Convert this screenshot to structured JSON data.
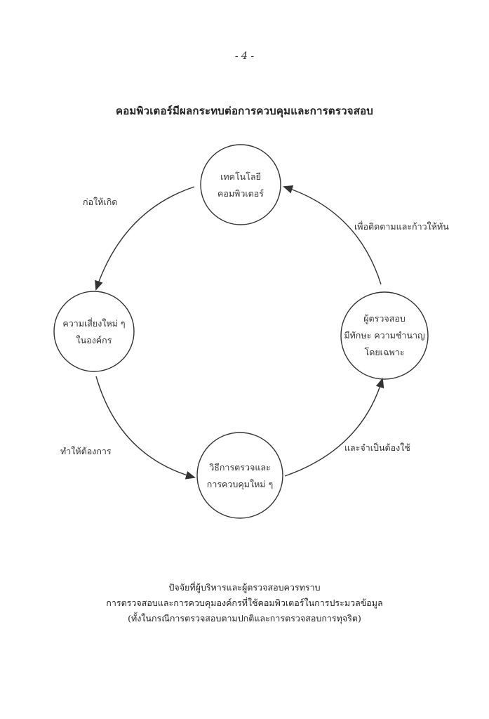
{
  "page": {
    "number": "- 4 -",
    "title": "คอมพิวเตอร์มีผลกระทบต่อการควบคุมและการตรวจสอบ"
  },
  "diagram": {
    "nodes": [
      {
        "id": "technology",
        "lines": [
          "เทคโนโลยี",
          "คอมพิวเตอร์"
        ]
      },
      {
        "id": "risks",
        "lines": [
          "ความเสี่ยงใหม่ ๆ",
          "ในองค์กร"
        ]
      },
      {
        "id": "methods",
        "lines": [
          "วิธีการตรวจและ",
          "การควบคุมใหม่ ๆ"
        ]
      },
      {
        "id": "auditor",
        "lines": [
          "ผู้ตรวจสอบ",
          "มีทักษะ ความชำนาญ",
          "โดยเฉพาะ"
        ]
      }
    ],
    "edges": [
      {
        "from": "technology",
        "to": "risks",
        "label": "ก่อให้เกิด"
      },
      {
        "from": "risks",
        "to": "methods",
        "label": "ทำให้ต้องการ"
      },
      {
        "from": "methods",
        "to": "auditor",
        "label": "และจำเป็นต้องใช้"
      },
      {
        "from": "auditor",
        "to": "technology",
        "label": "เพื่อติดตามและก้าวให้ทัน"
      }
    ],
    "line_color": "#333333"
  },
  "footer": {
    "lines": [
      "ปัจจัยที่ผู้บริหารและผู้ตรวจสอบควรทราบ",
      "การตรวจสอบและการควบคุมองค์กรที่ใช้คอมพิวเตอร์ในการประมวลข้อมูล",
      "(ทั้งในกรณีการตรวจสอบตามปกติและการตรวจสอบการทุจริต)"
    ]
  }
}
